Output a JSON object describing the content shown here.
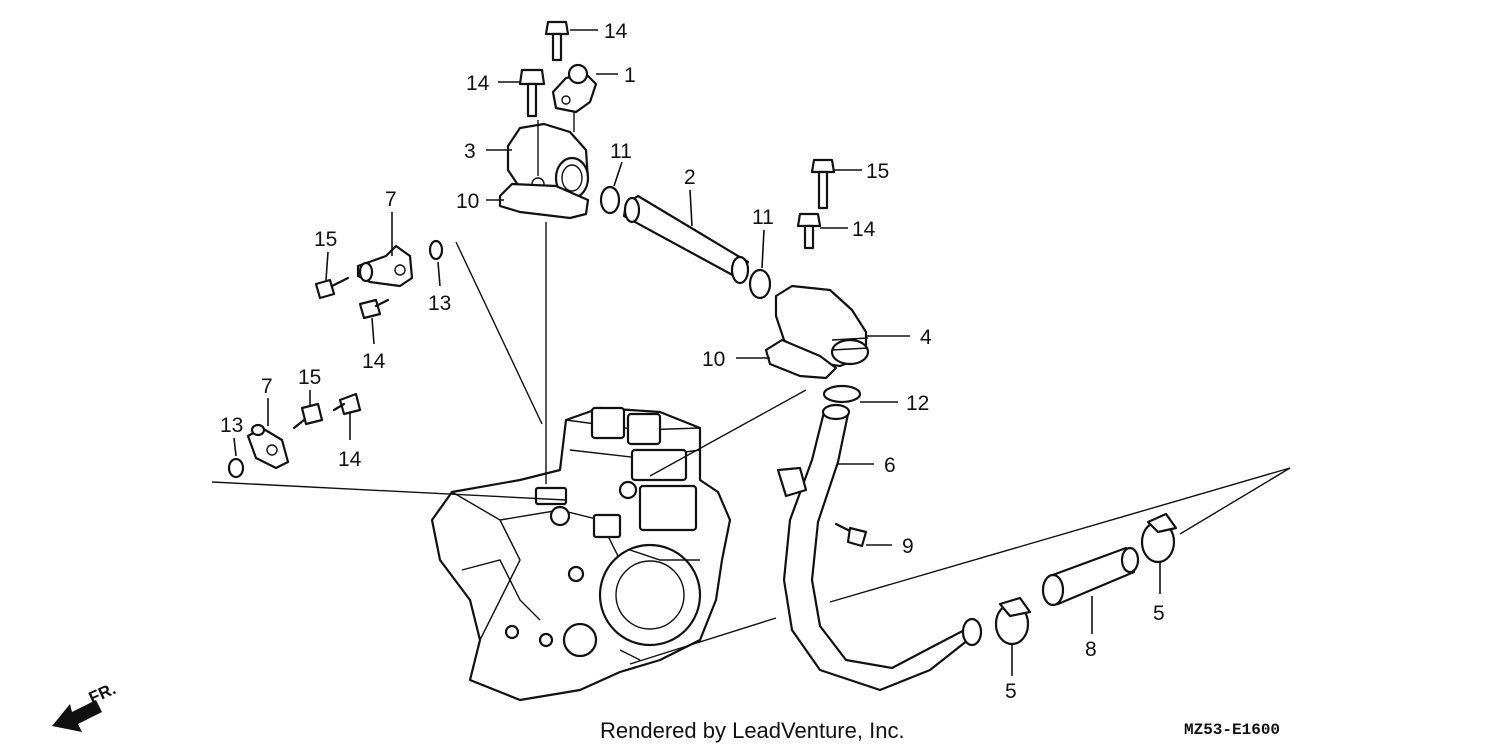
{
  "callouts": [
    "1",
    "2",
    "3",
    "4",
    "5",
    "6",
    "7",
    "8",
    "9",
    "10",
    "11",
    "12",
    "13",
    "14",
    "15"
  ],
  "direction_label": "FR.",
  "credit": "Rendered by LeadVenture, Inc.",
  "diagram_code": "MZ53-E1600"
}
